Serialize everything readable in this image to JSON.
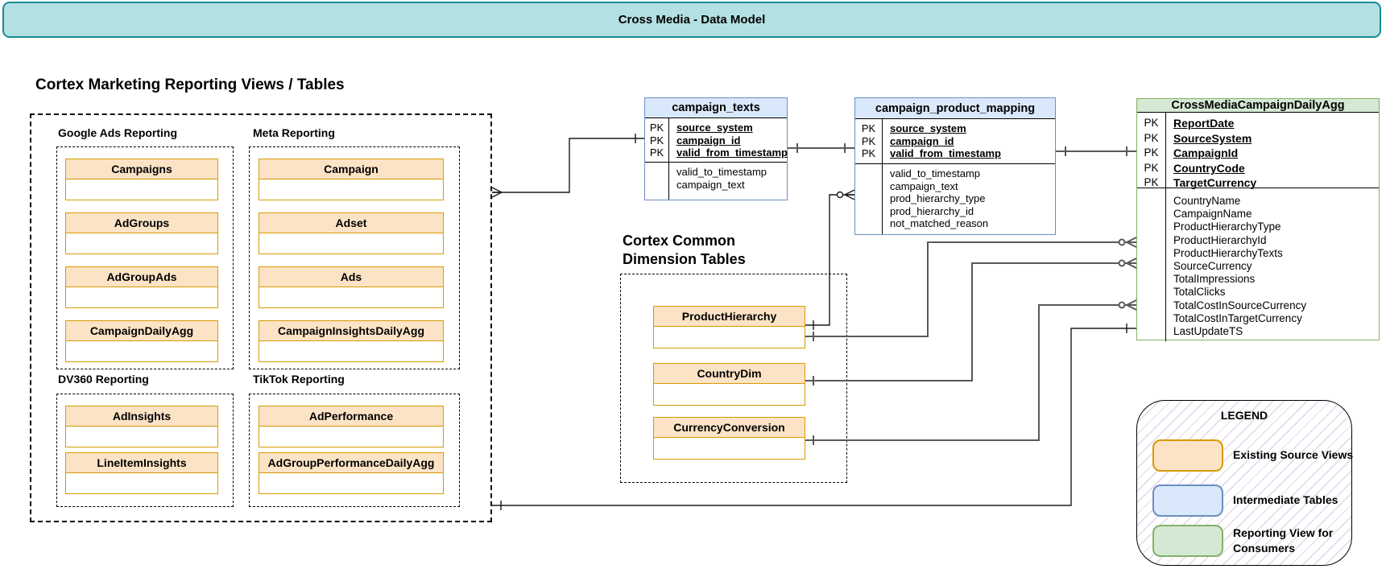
{
  "banner": {
    "title": "Cross Media - Data Model"
  },
  "left_panel": {
    "title": "Cortex Marketing Reporting Views / Tables",
    "groups": [
      {
        "label": "Google Ads Reporting",
        "tables": [
          "Campaigns",
          "AdGroups",
          "AdGroupAds",
          "CampaignDailyAgg"
        ]
      },
      {
        "label": "Meta Reporting",
        "tables": [
          "Campaign",
          "Adset",
          "Ads",
          "CampaignInsightsDailyAgg"
        ]
      },
      {
        "label": "DV360 Reporting",
        "tables": [
          "AdInsights",
          "LineItemInsights"
        ]
      },
      {
        "label": "TikTok Reporting",
        "tables": [
          "AdPerformance",
          "AdGroupPerformanceDailyAgg"
        ]
      }
    ]
  },
  "dimension_panel": {
    "title_line1": "Cortex Common",
    "title_line2": "Dimension Tables",
    "tables": [
      "ProductHierarchy",
      "CountryDim",
      "CurrencyConversion"
    ]
  },
  "er": {
    "pk_label": "PK",
    "campaign_texts": {
      "name": "campaign_texts",
      "pk": [
        "source_system",
        "campaign_id",
        "valid_from_timestamp"
      ],
      "fields": [
        "valid_to_timestamp",
        "campaign_text"
      ]
    },
    "campaign_product_mapping": {
      "name": "campaign_product_mapping",
      "pk": [
        "source_system",
        "campaign_id",
        "valid_from_timestamp"
      ],
      "fields": [
        "valid_to_timestamp",
        "campaign_text",
        "prod_hierarchy_type",
        "prod_hierarchy_id",
        "not_matched_reason"
      ]
    },
    "cross_media_campaign_daily_agg": {
      "name": "CrossMediaCampaignDailyAgg",
      "pk": [
        "ReportDate",
        "SourceSystem",
        "CampaignId",
        "CountryCode",
        "TargetCurrency"
      ],
      "fields": [
        "CountryName",
        "CampaignName",
        "ProductHierarchyType",
        "ProductHierarchyId",
        "ProductHierarchyTexts",
        "SourceCurrency",
        "TotalImpressions",
        "TotalClicks",
        "TotalCostInSourceCurrency",
        "TotalCostInTargetCurrency",
        "LastUpdateTS"
      ]
    }
  },
  "relationships": [
    {
      "from": "marketing-reporting-views",
      "to": "campaign_texts",
      "cardinality": "many-to-one"
    },
    {
      "from": "campaign_texts",
      "to": "campaign_product_mapping",
      "cardinality": "one-to-one"
    },
    {
      "from": "campaign_product_mapping",
      "to": "CrossMediaCampaignDailyAgg",
      "cardinality": "one-to-one"
    },
    {
      "from": "ProductHierarchy",
      "to": "campaign_product_mapping",
      "cardinality": "one-to-zero-or-many"
    },
    {
      "from": "ProductHierarchy",
      "to": "CrossMediaCampaignDailyAgg",
      "cardinality": "one-to-zero-or-many"
    },
    {
      "from": "CountryDim",
      "to": "CrossMediaCampaignDailyAgg",
      "cardinality": "one-to-zero-or-many"
    },
    {
      "from": "CurrencyConversion",
      "to": "CrossMediaCampaignDailyAgg",
      "cardinality": "one-to-zero-or-many"
    },
    {
      "from": "marketing-reporting-views",
      "to": "CrossMediaCampaignDailyAgg",
      "cardinality": "one-to-one"
    }
  ],
  "legend": {
    "title": "LEGEND",
    "items": [
      {
        "label": "Existing Source Views",
        "color": "#FCE3C6",
        "border": "#D79B00"
      },
      {
        "label": "Intermediate Tables",
        "color": "#DAE8FC",
        "border": "#6C8EBF"
      },
      {
        "label": "Reporting View for Consumers",
        "color": "#D5E8D4",
        "border": "#82B366"
      }
    ]
  },
  "colors": {
    "banner_fill": "#B3E1E3",
    "banner_border": "#1A8A93",
    "source_view_fill": "#FCE3C6",
    "source_view_border": "#D79B00",
    "intermediate_fill": "#DAE8FC",
    "intermediate_border": "#6C8EBF",
    "reporting_fill": "#D5E8D4",
    "reporting_border": "#82B366",
    "connector": "#595959"
  }
}
